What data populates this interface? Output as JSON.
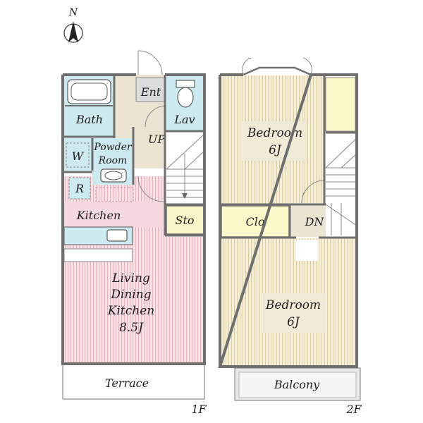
{
  "compass": {
    "label": "N"
  },
  "floors": {
    "first": {
      "label": "1F",
      "rooms": {
        "ent": "Ent",
        "bath": "Bath",
        "lav": "Lav",
        "up": "UP",
        "w": "W",
        "powder": [
          "Powder",
          "Room"
        ],
        "r": "R",
        "kitchen": "Kitchen",
        "sto": "Sto",
        "ldk": [
          "Living",
          "Dining",
          "Kitchen",
          "8.5J"
        ],
        "terrace": "Terrace"
      }
    },
    "second": {
      "label": "2F",
      "rooms": {
        "bedroom_top": [
          "Bedroom",
          "6J"
        ],
        "clo": "Clo",
        "dn": "DN",
        "bedroom_bottom": [
          "Bedroom",
          "6J"
        ],
        "balcony": "Balcony"
      }
    }
  },
  "colors": {
    "bath": "#cdeaf1",
    "entrance": "#ebe4d3",
    "ldk": "#f6d9de",
    "bedroom": "#f1ead6",
    "closet": "#fbf8c9",
    "storage": "#f9f5c8",
    "terrace": "#ffffff",
    "balcony": "#e9e9e9",
    "wall": "#6f6f6f"
  }
}
